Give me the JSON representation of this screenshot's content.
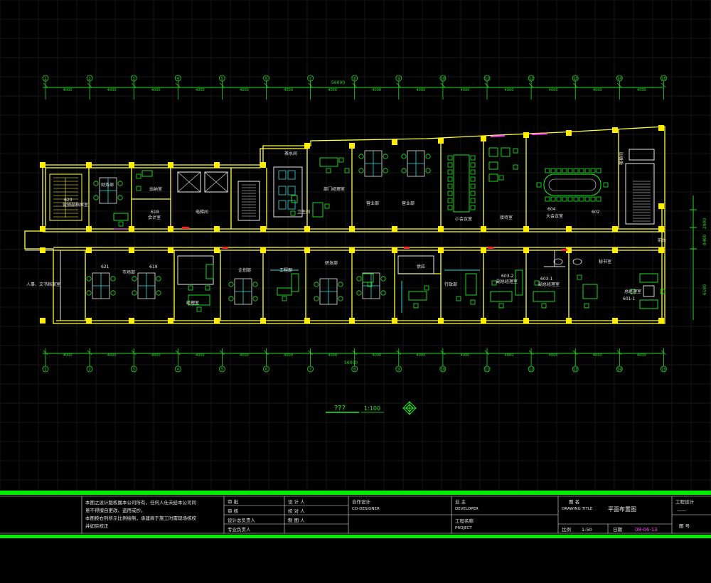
{
  "plan": {
    "axis_labels": [
      "1",
      "2",
      "3",
      "4",
      "5",
      "6",
      "7",
      "8",
      "9",
      "10",
      "11",
      "12",
      "13",
      "14",
      "15"
    ],
    "dim_segments": [
      "4000",
      "4000",
      "4000",
      "4000",
      "4000",
      "4000",
      "4000",
      "4000",
      "4000",
      "4000",
      "4000",
      "4000",
      "4000",
      "4000"
    ],
    "dim_total": "56000",
    "right_dims": [
      "6160",
      "8460",
      "2900"
    ],
    "rooms": {
      "r620": "620",
      "r620_name": "营销部档案室",
      "r619a": "财务部",
      "r618": "618",
      "r618_name": "会计室",
      "r617": "出纳室",
      "stair_room": "楼梯间",
      "elevator": "电梯间",
      "tea": "茶水间",
      "restroom": "卫生间",
      "dept_mgr": "部门经理室",
      "office_a": "营业部",
      "office_b": "营业部",
      "meeting_s": "小会议室",
      "reception": "接待室",
      "r604": "604",
      "r604_name": "大会议室",
      "r602": "602",
      "hr": "人事、文书档案室",
      "r621": "621",
      "r621_name": "市场部",
      "r619": "619",
      "mgr_office": "经理室",
      "plan_dept": "企划部",
      "dept_a": "工程部",
      "dept_b": "研发部",
      "supply": "供应",
      "dept_c": "行政部",
      "r603_2": "603-2",
      "r603_2_name": "副总经理室",
      "r603_1": "603-1",
      "r603_1_name": "副总经理室",
      "secretary": "秘书室",
      "r601": "总经理室",
      "r601_id": "601-1",
      "front": "前台"
    },
    "scale_title": "???",
    "scale_value": "1:100"
  },
  "title_block": {
    "note_line1": "本图之设计版权属本公司所有，任何人仕未经本公司同",
    "note_line2": "意不得擅自更改、盗用或抄。",
    "note_line3": "本图按右列所示比例绘制，承建商于施工时需现场核校",
    "note_line4": "并如实校正",
    "col1": [
      "审      批",
      "审      核",
      "设计总负责人",
      "专业负责人"
    ],
    "col2": [
      "设 计 人",
      "校 对 人",
      "制 图 人"
    ],
    "co_design_cn": "合作设计",
    "co_design_en": "CO-DESIGNER",
    "owner_cn": "业  主",
    "owner_en": "DEVELOPER",
    "project_cn": "工程名称",
    "project_en": "PROJECT",
    "drawing_cn": "图  名",
    "drawing_en": "DRAWING TITLE",
    "drawing_title": "平面布置图",
    "scale_label": "比例",
    "scale_value": "1:50",
    "date_label": "日期",
    "date_value": "08-06-13",
    "stage_label": "工程设计",
    "stage_value": "——",
    "sheet_label": "图  号"
  },
  "colors": {
    "wall": "#ffff40",
    "grid": "#1a1a1a",
    "dim": "#22dd22",
    "furniture": "#22ee22",
    "cyan": "#33dddd",
    "white": "#e8e8e8",
    "red": "#ff2020",
    "magenta": "#ff40ff",
    "column": "#ffee00",
    "border": "#00ee00"
  }
}
